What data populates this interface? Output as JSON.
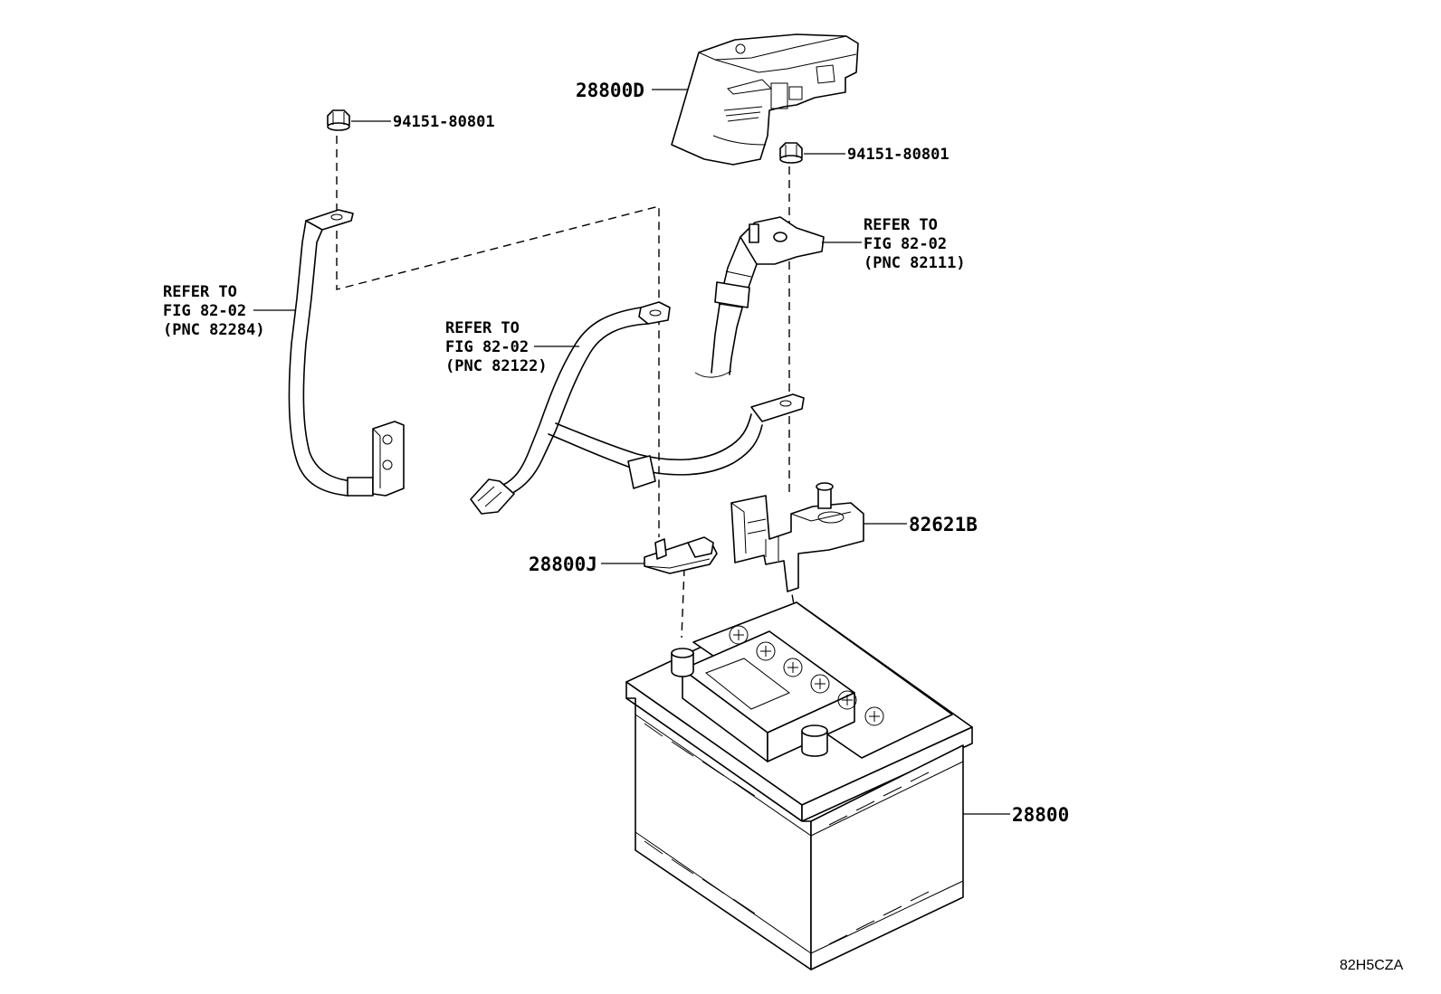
{
  "diagram": {
    "code": "82H5CZA",
    "callouts": {
      "cover_28800D": "28800D",
      "nut_left": "94151-80801",
      "nut_right": "94151-80801",
      "terminal_82111": {
        "line1": "REFER TO",
        "line2": "FIG 82-02",
        "line3": "(PNC 82111)"
      },
      "cable_82284": {
        "line1": "REFER TO",
        "line2": "FIG 82-02",
        "line3": "(PNC 82284)"
      },
      "cable_82122": {
        "line1": "REFER TO",
        "line2": "FIG 82-02",
        "line3": "(PNC 82122)"
      },
      "clamp_28800J": "28800J",
      "fuse_block_82621B": "82621B",
      "battery_28800": "28800"
    }
  }
}
